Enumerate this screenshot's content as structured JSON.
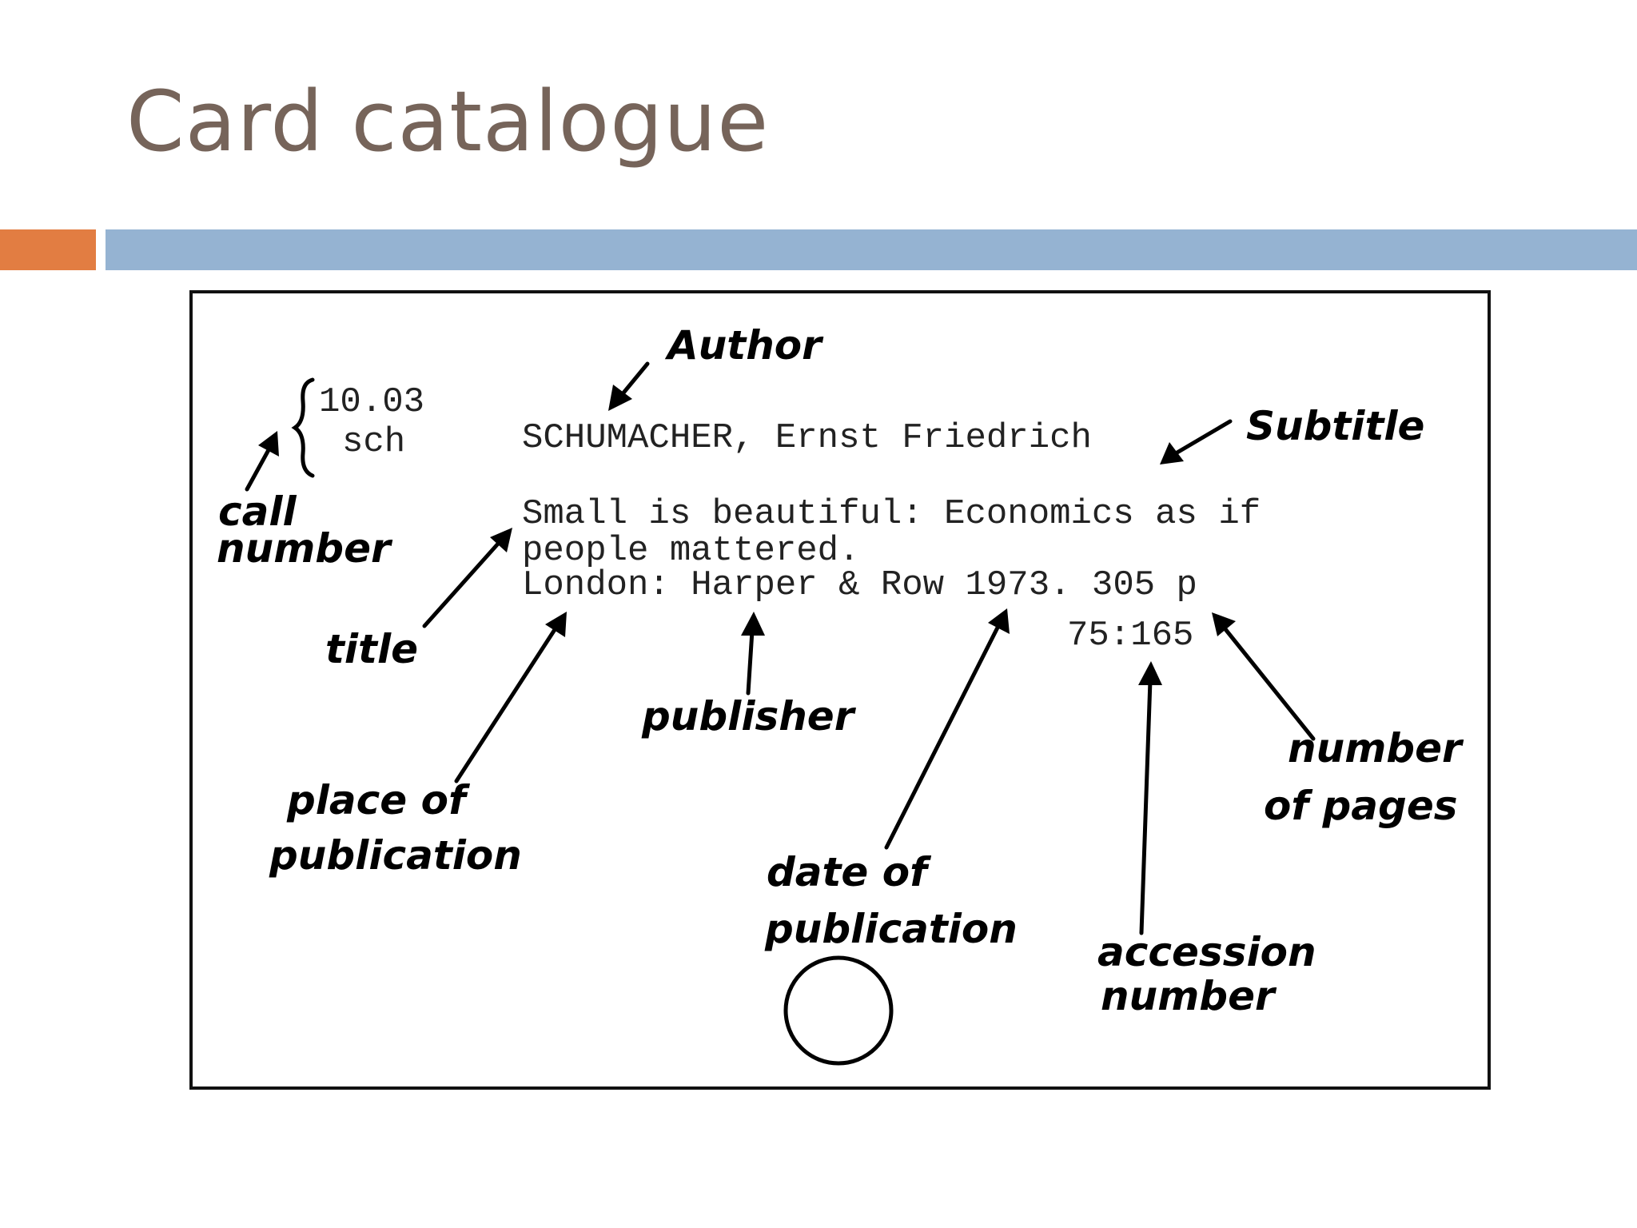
{
  "slide": {
    "title": "Card catalogue",
    "colors": {
      "title": "#76645a",
      "accent_orange": "#e27d42",
      "accent_blue": "#95b3d2"
    }
  },
  "card": {
    "call_number_top": "10.03",
    "call_number_bottom": "sch",
    "author_line": "SCHUMACHER, Ernst Friedrich",
    "title_line_1": "Small is beautiful: Economics as if",
    "title_line_2": "people mattered.",
    "imprint_line": "London: Harper & Row 1973. 305 p",
    "accession_number": "75:165"
  },
  "annotations": {
    "author": "Author",
    "subtitle": "Subtitle",
    "call_number_1": "call",
    "call_number_2": "number",
    "title": "title",
    "publisher": "publisher",
    "place_1": "place of",
    "place_2": "publication",
    "date_1": "date of",
    "date_2": "publication",
    "accession_1": "accession",
    "accession_2": "number",
    "pages_1": "number",
    "pages_2": "of pages"
  }
}
